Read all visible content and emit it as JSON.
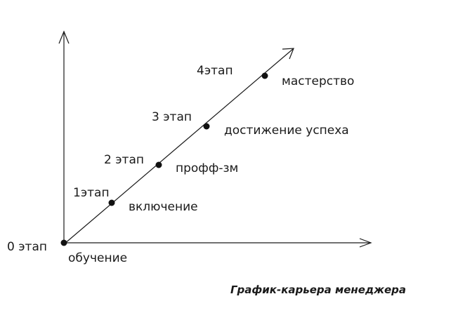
{
  "diagram": {
    "caption": "График-карьера менеджера",
    "stages": [
      {
        "label": "0 этап",
        "description": "обучение"
      },
      {
        "label": "1этап",
        "description": "включение"
      },
      {
        "label": "2 этап",
        "description": "профф-зм"
      },
      {
        "label": "3 этап",
        "description": "достижение успеха"
      },
      {
        "label": "4этап",
        "description": "мастерство"
      }
    ]
  }
}
